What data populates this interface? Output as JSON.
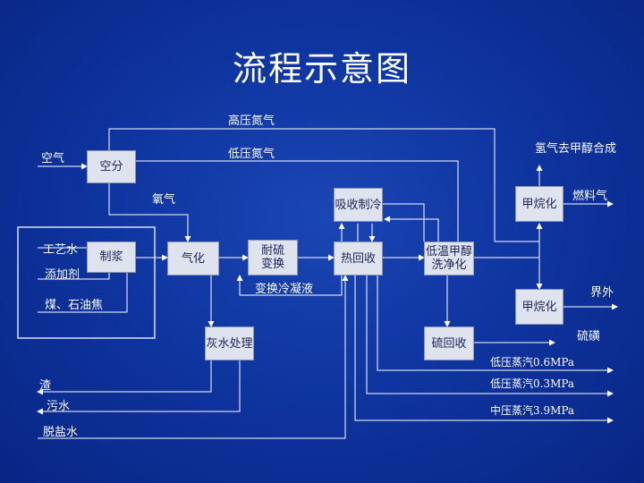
{
  "title": "流程示意图",
  "boxes": {
    "kongfen": "空分",
    "zhijiang": "制浆",
    "qihua": "气化",
    "naiiliu": "耐硫\n变换",
    "rehuishou": "热回收",
    "xishou": "吸收制冷",
    "diwen": "低温甲醇\n洗净化",
    "jiawanhua1": "甲烷化",
    "jiawanhua2": "甲烷化",
    "huishui": "灰水处理",
    "liuhuishou": "硫回收"
  },
  "labels": {
    "kongqi": "空气",
    "gaoya_danqi": "高压氮气",
    "diya_danqi": "低压氮气",
    "yangqi": "氧气",
    "gongyishui": "工艺水",
    "tianjiaji": "添加剂",
    "mei": "煤、石油焦",
    "bianhuan_ningjie": "变换冷凝液",
    "qingqi": "氢气去甲醇合成",
    "ranliaoqi": "燃料气",
    "jiewai": "界外",
    "liuhuang": "硫磺",
    "steam_06": "低压蒸汽0.6MPa",
    "steam_03": "低压蒸汽0.3MPa",
    "steam_39": "中压蒸汽3.9MPa",
    "zha": "渣",
    "wushui": "污水",
    "tuoyanshui": "脱盐水"
  }
}
